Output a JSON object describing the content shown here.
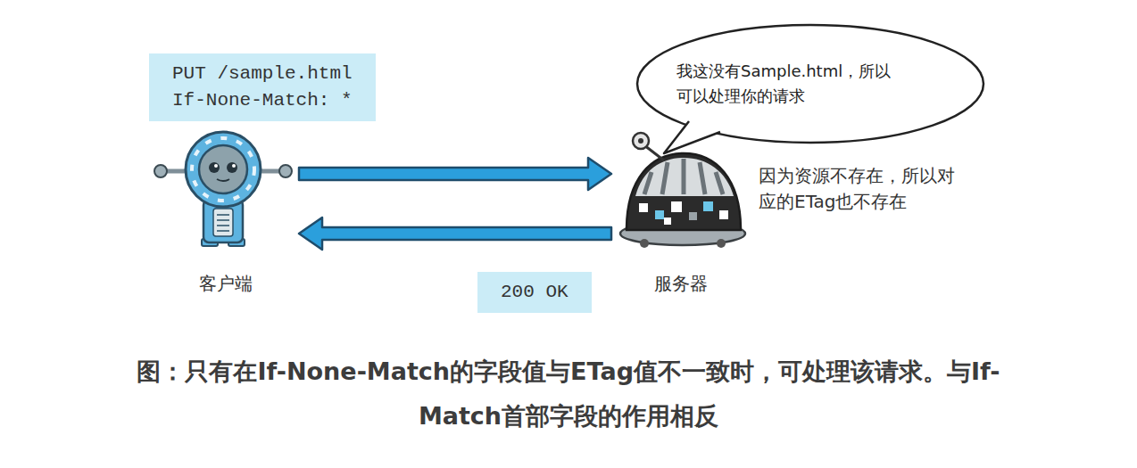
{
  "diagram": {
    "caption": "图：只有在If-None-Match的字段值与ETag值不一致时，可处理该请求。与If-Match首部字段的作用相反",
    "nodes": [
      {
        "text": [
          "PUT /sample.html",
          "If-None-Match: *"
        ]
      },
      {
        "text": [
          "我这没有Sample.html，所以 可以处理你的请求"
        ]
      },
      {
        "text": [
          "客户端"
        ]
      },
      {
        "text": [
          "服务器"
        ]
      },
      {
        "text": [
          "200 OK"
        ]
      }
    ],
    "edges": [
      {
        "from": 2,
        "to": 3,
        "arrow": "to"
      },
      {
        "from": 3,
        "to": 2,
        "arrow": "to"
      }
    ],
    "labels": [
      "因为资源不存在，所以对 应的ETag也不存在"
    ]
  }
}
